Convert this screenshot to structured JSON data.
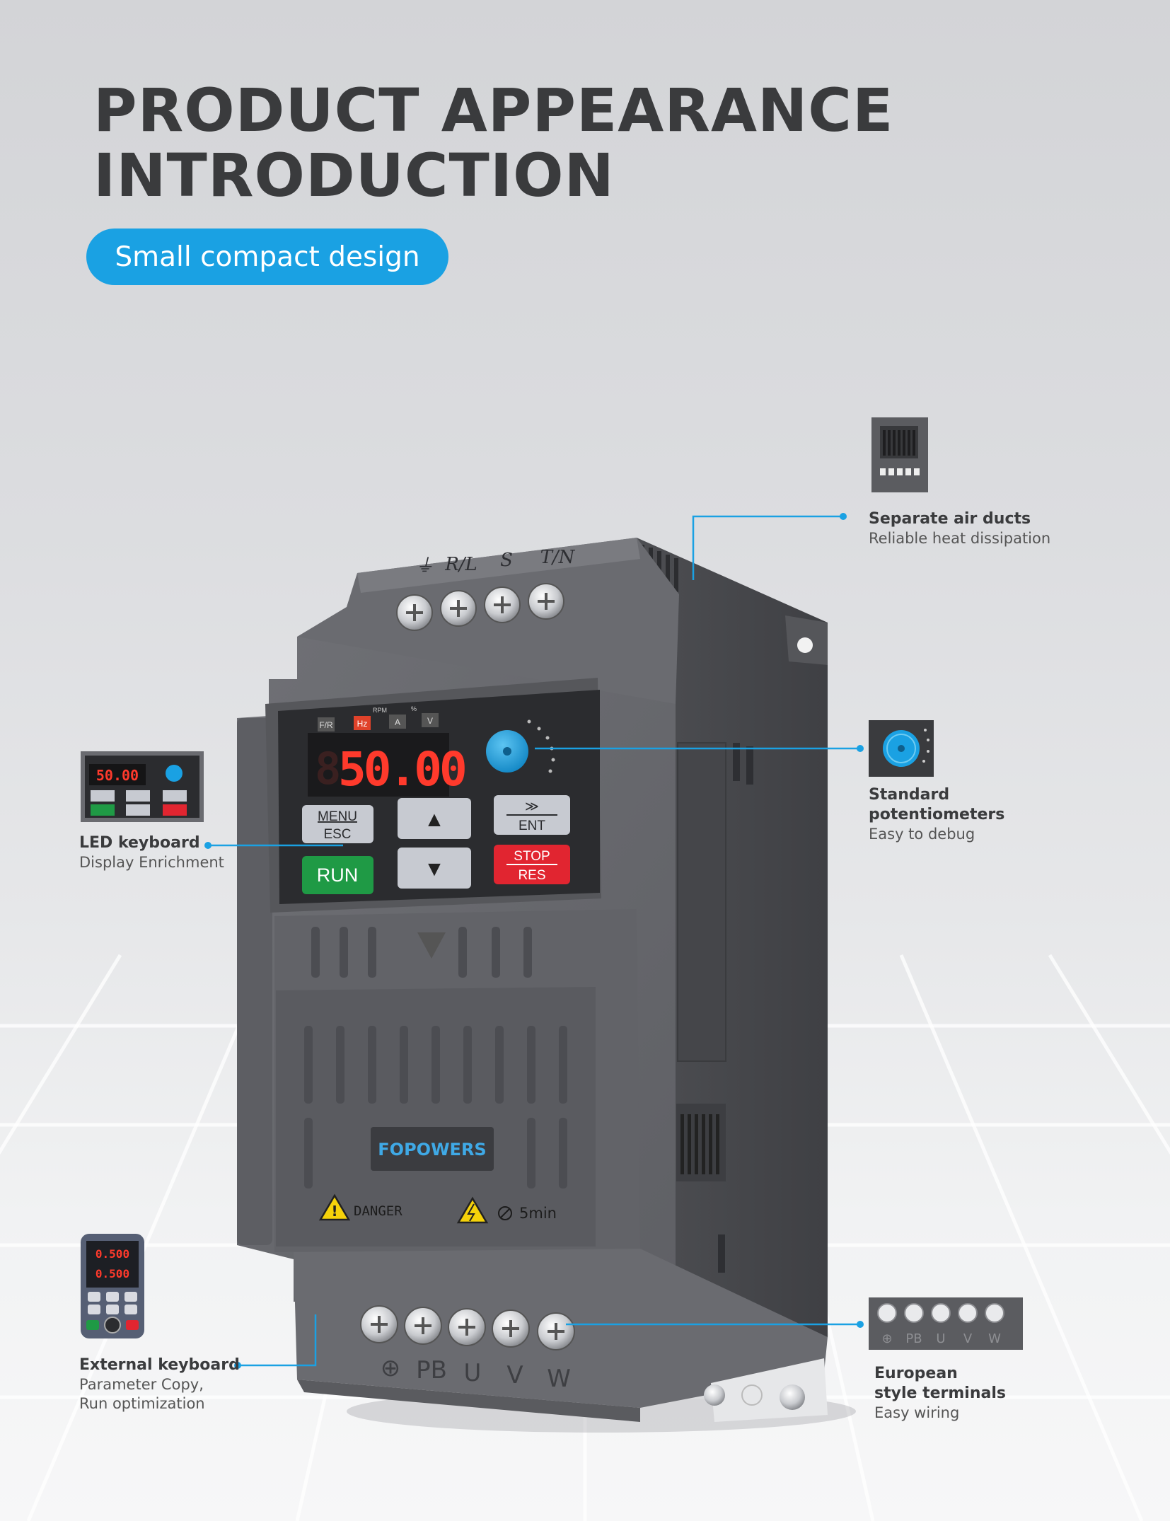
{
  "page": {
    "title_line1": "PRODUCT APPEARANCE",
    "title_line2": "INTRODUCTION",
    "tagline": "Small compact design",
    "accent_color": "#1aa1e3"
  },
  "device": {
    "brand": "FOPOWERS",
    "display_value": "50.00",
    "input_terminal_labels": [
      "⏚",
      "R/L",
      "S",
      "T/N"
    ],
    "output_terminal_labels": [
      "⊕",
      "PB",
      "U",
      "V",
      "W"
    ],
    "indicators": [
      "F/R",
      "Hz",
      "A",
      "V"
    ],
    "indicator_group_labels": [
      "RPM",
      "%"
    ],
    "keys": {
      "menu_top": "MENU",
      "menu_bottom": "ESC",
      "up": "▲",
      "down": "▼",
      "ent_top": "≫",
      "ent_bottom": "ENT",
      "run": "RUN",
      "stop_top": "STOP",
      "stop_bottom": "RES"
    },
    "warnings": {
      "danger": "DANGER",
      "time": "5min"
    }
  },
  "callouts": {
    "air_ducts": {
      "heading": "Separate air ducts",
      "sub": "Reliable heat dissipation"
    },
    "potentiometer": {
      "heading_line1": "Standard",
      "heading_line2": "potentiometers",
      "sub": "Easy to debug"
    },
    "led_keyboard": {
      "heading": "LED keyboard",
      "sub": "Display Enrichment",
      "thumb_value": "50.00"
    },
    "external_keyboard": {
      "heading": "External keyboard",
      "sub_line1": "Parameter Copy,",
      "sub_line2": "Run optimization",
      "thumb_value": "0.500"
    },
    "terminals": {
      "heading_line1": "European",
      "heading_line2": "style terminals",
      "sub": "Easy wiring",
      "thumb_labels": [
        "⊕",
        "PB",
        "U",
        "V",
        "W"
      ]
    }
  }
}
